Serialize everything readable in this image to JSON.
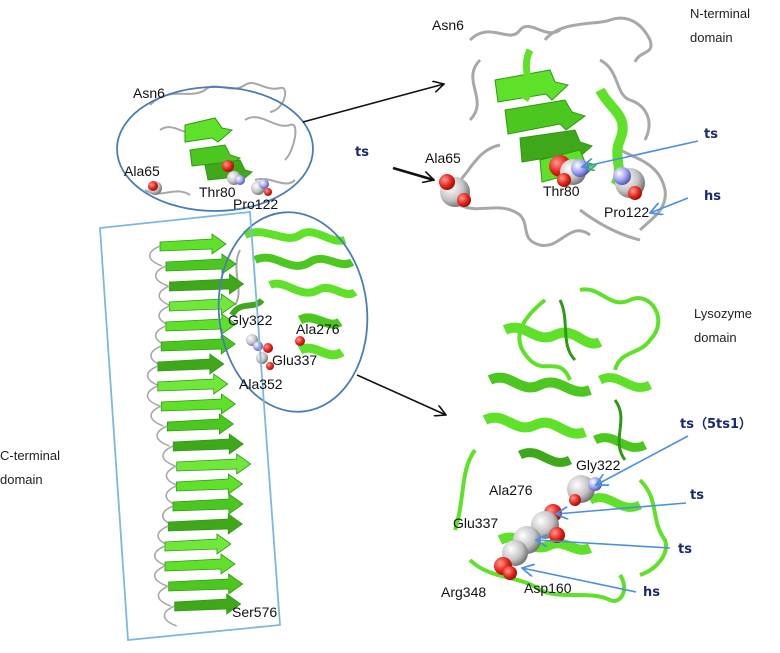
{
  "labels": {
    "nterm_domain_1": "N-terminal",
    "nterm_domain_2": "domain",
    "lyso_domain_1": "Lysozyme",
    "lyso_domain_2": "domain",
    "cterm_domain_1": "C-terminal",
    "cterm_domain_2": "domain",
    "full_asn6": "Asn6",
    "full_ala65": "Ala65",
    "full_thr80": "Thr80",
    "full_pro122": "Pro122",
    "full_gly322": "Gly322",
    "full_ala276": "Ala276",
    "full_glu337": "Glu337",
    "full_ala352": "Ala352",
    "full_ser576": "Ser576",
    "zoom_asn6": "Asn6",
    "zoom_ala65": "Ala65",
    "zoom_thr80": "Thr80",
    "zoom_pro122": "Pro122",
    "lyso_gly322": "Gly322",
    "lyso_ala276": "Ala276",
    "lyso_glu337": "Glu337",
    "lyso_arg348": "Arg348",
    "lyso_asp160": "Asp160"
  },
  "site_labels": {
    "ts_left": "ts",
    "ts_nterm": "ts",
    "hs_nterm": "hs",
    "ts_5ts1": "ts（5ts1）",
    "ts_lyso_1": "ts",
    "ts_lyso_2": "ts",
    "hs_lyso": "hs"
  },
  "colors": {
    "ribbon": "#5fe12a",
    "ribbon_dark": "#2e9a12",
    "loop": "#a8a8a8",
    "oxygen": "#e8231a",
    "carbon": "#c9c9c9",
    "nitrogen": "#9a9df0",
    "ellipse": "#4a7db5",
    "box": "#7fb7df",
    "callout_arrow": "#4a8fe0",
    "site_text": "#1a2a6e"
  }
}
